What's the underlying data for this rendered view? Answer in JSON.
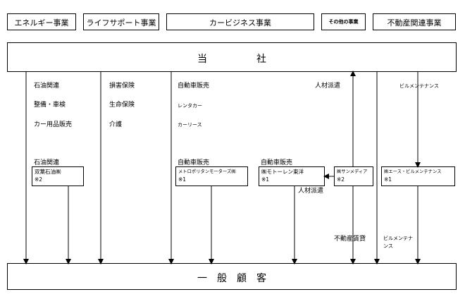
{
  "segments": [
    "エネルギー事業",
    "ライフサポート事業",
    "カービジネス事業",
    "その他の事業",
    "不動産関連事業"
  ],
  "company": "当　　　　　社",
  "customers": "一　般　顧　客",
  "energy": {
    "services": [
      "石油関連",
      "整備・車検",
      "カー用品販売"
    ],
    "sub_label": "石油関連",
    "sub_name": "双葉石油㈱",
    "sub_note": "※2"
  },
  "life": {
    "services": [
      "損害保険",
      "生命保険",
      "介護"
    ]
  },
  "car": {
    "services": [
      "自動車販売",
      "レンタカー",
      "カーリース"
    ],
    "sub1_label": "自動車販売",
    "sub1_name": "メトロポリタンモーターズ㈱",
    "sub1_note": "※1",
    "sub2_label": "自動車販売",
    "sub2_name": "㈱モトーレン東洋",
    "sub2_note": "※1"
  },
  "other": {
    "staffing_top": "人材派遣",
    "sub_name": "㈱サンメディア",
    "sub_note": "※2",
    "staffing_mid": "人材派遣",
    "rent": "不動産賃貸"
  },
  "realestate": {
    "service": "ビルメンテナンス",
    "sub_name": "㈱エース・ビルメンテナンス",
    "sub_note": "※1",
    "service_bottom": "ビルメンテナンス"
  }
}
